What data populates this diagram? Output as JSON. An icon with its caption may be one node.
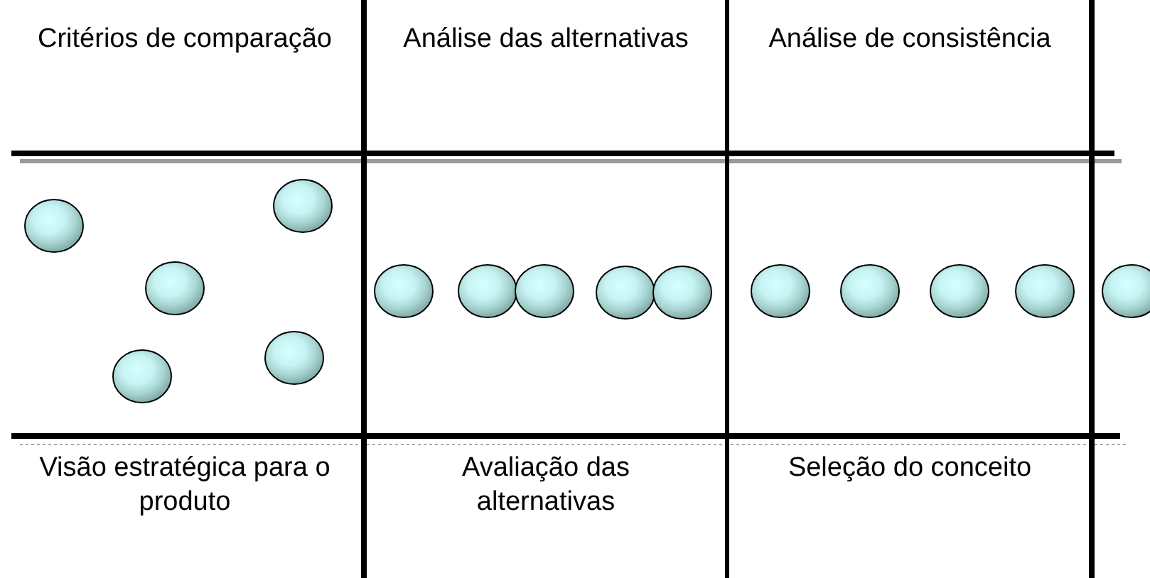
{
  "diagram": {
    "nodes": [
      {
        "text": [],
        "shape": "circle"
      },
      {
        "text": [],
        "shape": "circle"
      },
      {
        "text": [],
        "shape": "circle"
      },
      {
        "text": [],
        "shape": "circle"
      },
      {
        "text": [],
        "shape": "circle"
      },
      {
        "text": [],
        "shape": "circle"
      },
      {
        "text": [],
        "shape": "circle"
      },
      {
        "text": [],
        "shape": "circle"
      },
      {
        "text": [],
        "shape": "circle"
      },
      {
        "text": [],
        "shape": "circle"
      },
      {
        "text": [],
        "shape": "circle"
      },
      {
        "text": [],
        "shape": "circle"
      },
      {
        "text": [],
        "shape": "circle"
      },
      {
        "text": [],
        "shape": "circle"
      },
      {
        "text": [],
        "shape": "circle"
      }
    ],
    "labels": [
      "Critérios de comparação",
      "Análise das alternativas",
      "Análise de consistência",
      "Visão estratégica para o produto",
      "Avaliação das alternativas",
      "Seleção do conceito"
    ]
  }
}
